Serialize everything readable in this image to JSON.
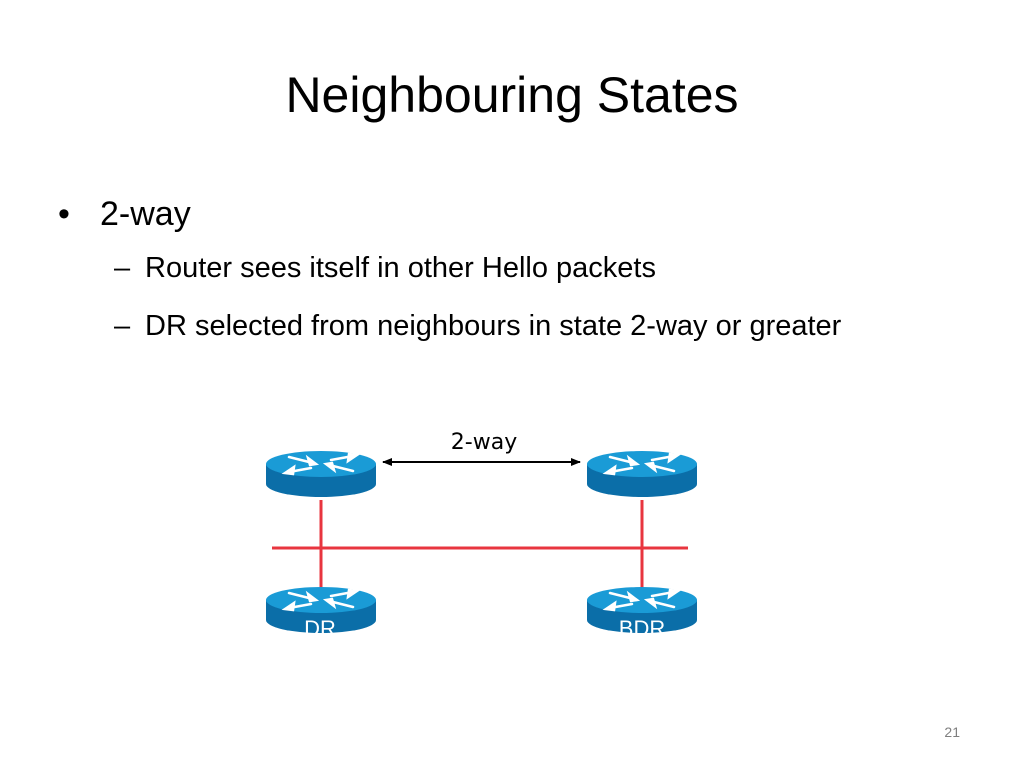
{
  "slide": {
    "title": "Neighbouring States",
    "bullets": [
      {
        "text": "2-way",
        "sub": [
          "Router sees itself in other Hello packets",
          "DR selected from neighbours in state 2-way or greater"
        ]
      }
    ],
    "bullet_symbol": "•",
    "dash_symbol": "–",
    "page_number": "21"
  },
  "diagram": {
    "link_label": "2-way",
    "routers": [
      {
        "id": "top-left",
        "label": ""
      },
      {
        "id": "top-right",
        "label": ""
      },
      {
        "id": "bottom-left",
        "label": "DR"
      },
      {
        "id": "bottom-right",
        "label": "BDR"
      }
    ],
    "colors": {
      "router_top": "#1a9bd6",
      "router_side": "#0b6ea8",
      "segment": "#e8353f",
      "arrow": "#000000"
    }
  }
}
